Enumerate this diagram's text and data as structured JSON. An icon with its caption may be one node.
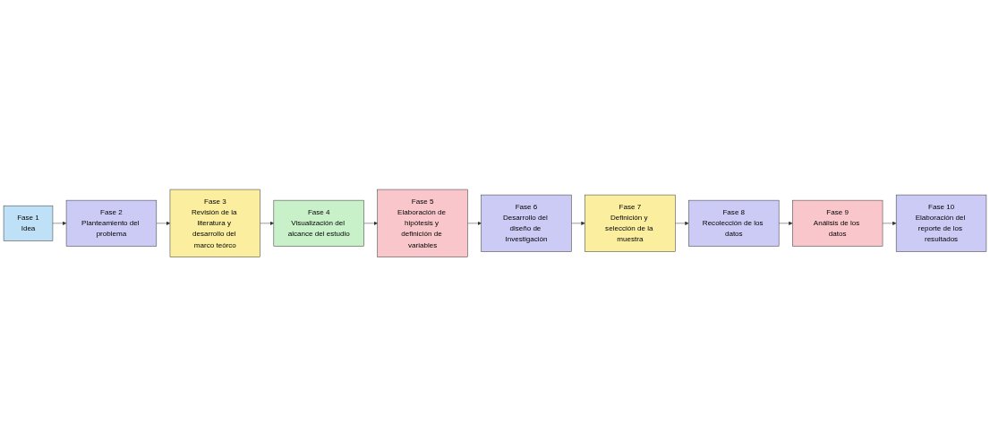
{
  "diagram": {
    "nodes": [
      {
        "text": [
          "Fase 1",
          "Idea"
        ]
      },
      {
        "text": [
          "Fase 2",
          "Planteamiento del problema"
        ]
      },
      {
        "text": [
          "Fase 3",
          "Revisión de la literatura y desarrollo del marco teórco"
        ]
      },
      {
        "text": [
          "Fase 4",
          "Visualización del alcance del estudio"
        ]
      },
      {
        "text": [
          "Fase 5",
          "Elaboración de hipótesis y definición de variables"
        ]
      },
      {
        "text": [
          "Fase 6",
          "Desarrollo del diseño de Investigación"
        ]
      },
      {
        "text": [
          "Fase 7",
          "Definición y selección de la muestra"
        ]
      },
      {
        "text": [
          "Fase 8",
          "Recolección de los datos"
        ]
      },
      {
        "text": [
          "Fase 9",
          "Análisis de los datos"
        ]
      },
      {
        "text": [
          "Fase 10",
          "Elaboración del reporte de los resultados"
        ]
      }
    ],
    "edges": [
      {
        "from": 0,
        "to": 1,
        "arrow": "to"
      },
      {
        "from": 1,
        "to": 2,
        "arrow": "to"
      },
      {
        "from": 2,
        "to": 3,
        "arrow": "to"
      },
      {
        "from": 3,
        "to": 4,
        "arrow": "to"
      },
      {
        "from": 4,
        "to": 5,
        "arrow": "to"
      },
      {
        "from": 5,
        "to": 6,
        "arrow": "to"
      },
      {
        "from": 6,
        "to": 7,
        "arrow": "to"
      },
      {
        "from": 7,
        "to": 8,
        "arrow": "to"
      },
      {
        "from": 8,
        "to": 9,
        "arrow": "to"
      }
    ]
  }
}
